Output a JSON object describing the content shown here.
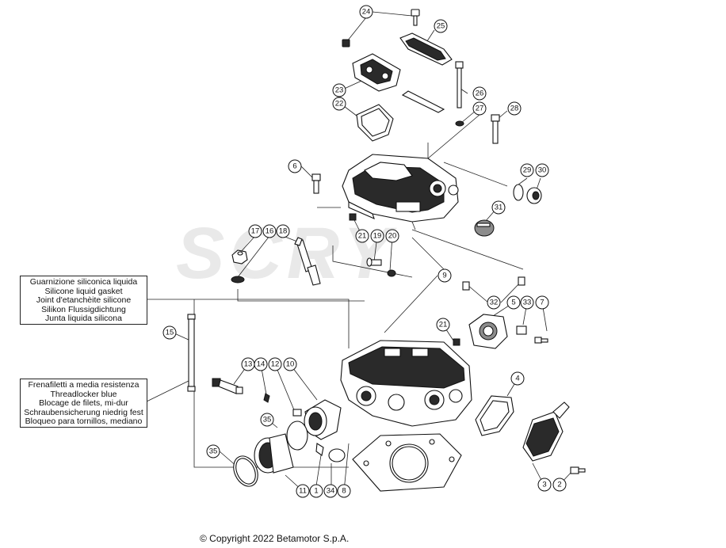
{
  "notes": {
    "silicone": [
      "Guarnizione siliconica liquida",
      "Silicone liquid gasket",
      "Joint d'etanchèite silicone",
      "Silikon Flussigdichtung",
      "Junta liquida silicona"
    ],
    "threadlocker": [
      "Frenafiletti a media resistenza",
      "Threadlocker blue",
      "Blocage de filets, mi-dur",
      "Schraubensicherung niedrig fest",
      "Bloqueo para tornillos, mediano"
    ]
  },
  "callouts": [
    "24",
    "25",
    "23",
    "22",
    "26",
    "27",
    "28",
    "6",
    "29",
    "30",
    "31",
    "17",
    "16",
    "18",
    "21",
    "19",
    "20",
    "9",
    "32",
    "5",
    "33",
    "7",
    "21",
    "15",
    "13",
    "14",
    "12",
    "10",
    "4",
    "35",
    "35",
    "11",
    "1",
    "34",
    "8",
    "3",
    "2"
  ],
  "copyright": "© Copyright 2022 Betamotor S.p.A.",
  "watermark": "SCRY"
}
